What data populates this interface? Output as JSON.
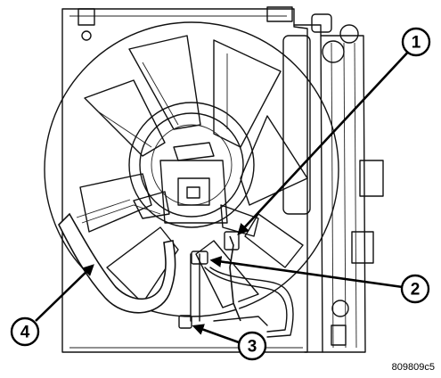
{
  "figure_id": "809809c5",
  "callouts": [
    {
      "label": "1"
    },
    {
      "label": "2"
    },
    {
      "label": "3"
    },
    {
      "label": "4"
    }
  ]
}
